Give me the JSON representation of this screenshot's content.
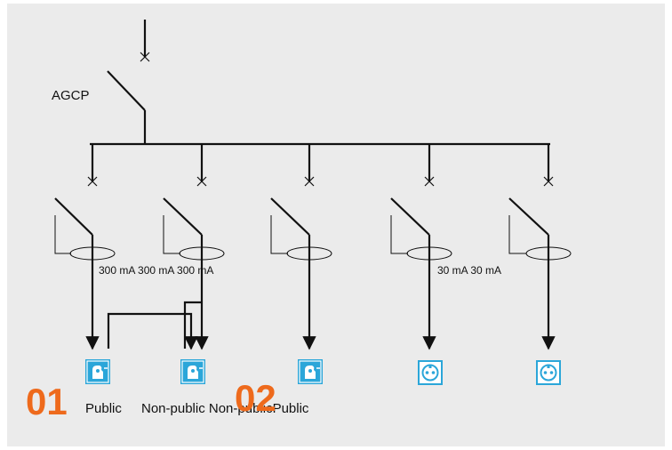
{
  "main_breaker": {
    "label": "AGCP"
  },
  "ratings": {
    "left": "300 mA 300 mA 300 mA",
    "right": "30 mA 30 mA"
  },
  "groups": {
    "first_number": "01",
    "second_number": "02"
  },
  "categories": {
    "first": "Public",
    "second": "Non-public Non-publicPublic"
  },
  "colors": {
    "background": "#ebebeb",
    "wire": "#111111",
    "accent": "#ee6a1c",
    "icon_blue": "#2ba6d9"
  },
  "icons": {
    "public_load": "hand-device-icon",
    "non_public_load": "hand-device-icon",
    "socket": "power-socket-icon"
  }
}
